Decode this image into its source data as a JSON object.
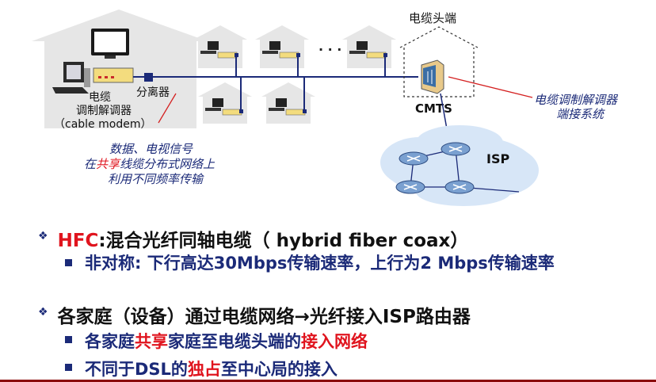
{
  "diagram": {
    "headend_label": "电缆头端",
    "cmts_label": "CMTS",
    "isp_label": "ISP",
    "dots_label": "· · ·",
    "splitter_label": "分离器",
    "modem_label_line1": "电缆",
    "modem_label_line2": "调制解调器",
    "modem_label_line3": "（cable modem）",
    "cmts_system_line1": "电缆调制解调器",
    "cmts_system_line2": "端接系统",
    "signal_line1": "数据、电视信号",
    "signal_line2_pre": "在",
    "signal_line2_red": "共享",
    "signal_line2_post": "线缆分布式网络上",
    "signal_line3": "利用不同频率传输"
  },
  "bullets": {
    "b1_red": "HFC",
    "b1_rest": ":混合光纤同轴电缆（ hybrid fiber coax）",
    "b2_text": "非对称: 下行高达30Mbps传输速率，上行为2 Mbps传输速率",
    "b3_text": "各家庭（设备）通过电缆网络→光纤接入ISP路由器",
    "b4_pre": "各家庭",
    "b4_red1": "共享",
    "b4_mid": "家庭至电缆头端的",
    "b4_red2": "接入网络",
    "b5_pre": "不同于DSL的",
    "b5_red": "独占",
    "b5_post": "至中心局的接入"
  },
  "colors": {
    "navy": "#1b2a78",
    "red": "#e0141e",
    "house_gray": "#e6e6e6",
    "cable_blue": "#1b2a78"
  }
}
